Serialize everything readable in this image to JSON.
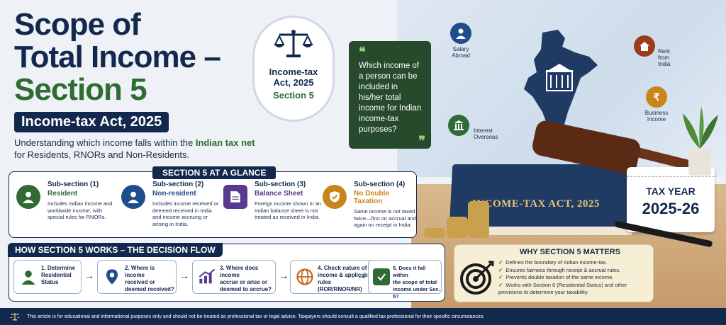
{
  "header": {
    "title_line1": "Scope of",
    "title_line2": "Total Income –",
    "title_line3": "Section 5",
    "act_badge": "Income-tax Act, 2025",
    "subtitle_part1": "Understanding which income falls within the",
    "subtitle_highlight": "Indian tax net",
    "subtitle_part2": "for Residents, RNORs and Non-Residents."
  },
  "badge": {
    "icon": "scales-icon",
    "line1": "Income-tax",
    "line1b": "Act, 2025",
    "line2": "Section 5"
  },
  "question": {
    "open_quote": "❝",
    "text": "Which income of a person can be included in his/her total income for Indian income-tax purposes?",
    "close_quote": "❞"
  },
  "map": {
    "nodes": [
      {
        "label": "Salary\nAbroad",
        "color": "#1f4d8c",
        "icon": "person-icon"
      },
      {
        "label": "Rent from\nIndia",
        "color": "#9a3c1c",
        "icon": "house-icon"
      },
      {
        "label": "Business\nIncome",
        "color": "#c9851a",
        "icon": "rupee-icon"
      },
      {
        "label": "Interest\nOverseas",
        "color": "#2f6b33",
        "icon": "bank-icon"
      }
    ]
  },
  "scene": {
    "book_title": "INCOME-TAX ACT, 2025",
    "calendar_line1": "TAX YEAR",
    "calendar_line2": "2025-26"
  },
  "glance": {
    "header": "SECTION 5 AT A GLANCE",
    "items": [
      {
        "num": "Sub-section (1)",
        "name": "Resident",
        "name_color": "#2f6b33",
        "icon_color": "#2f6b33",
        "icon": "person-icon",
        "desc": "Includes Indian income and worldwide income, with special rules for RNORs."
      },
      {
        "num": "Sub-section (2)",
        "name": "Non-resident",
        "name_color": "#1f4d8c",
        "icon_color": "#1f4d8c",
        "icon": "person-icon",
        "desc": "Includes income received or deemed received in India and income accruing or arising in India."
      },
      {
        "num": "Sub-section (3)",
        "name": "Balance Sheet",
        "name_color": "#5a3a8c",
        "icon_color": "#5a3a8c",
        "icon": "document-icon",
        "desc": "Foreign income shown in an Indian balance sheet is not treated as received in India."
      },
      {
        "num": "Sub-section (4)",
        "name": "No Double Taxation",
        "name_color": "#c9851a",
        "icon_color": "#c9851a",
        "icon": "shield-check-icon",
        "desc": "Same income is not taxed twice—first on accrual and again on receipt in India."
      }
    ]
  },
  "flow": {
    "header": "HOW SECTION 5 WORKS – THE DECISION FLOW",
    "steps": [
      {
        "text": "1. Determine\nResidential\nStatus",
        "icon": "person-icon",
        "color": "#2f6b33"
      },
      {
        "text": "2. Where is income\nreceived or\ndeemed received?",
        "icon": "location-pin-icon",
        "color": "#1f4d8c"
      },
      {
        "text": "3. Where does income\naccrue or arise or\ndeemed to accrue?",
        "icon": "chart-up-icon",
        "color": "#5a3a8c"
      },
      {
        "text": "4. Check nature of\nincome & applicable\nrules (ROR/RNOR/NR)",
        "icon": "globe-icon",
        "color": "#c9651a"
      },
      {
        "text": "5. Does it fall within\nthe scope of total\nincome under Sec. 5?",
        "icon": "checkmark-icon",
        "color": "#2f6b33"
      }
    ],
    "arrow": "→"
  },
  "why": {
    "header": "WHY SECTION 5 MATTERS",
    "icon": "target-icon",
    "check": "✓",
    "points": [
      "Defines the boundary of Indian income-tax.",
      "Ensures fairness through receipt & accrual rules.",
      "Prevents double taxation of the same income.",
      "Works with Section 6 (Residential Status) and other provisions to determine your taxability."
    ]
  },
  "footer": {
    "icon": "scales-icon",
    "text": "This article is for educational and informational purposes only and should not be treated as professional tax or legal advice. Taxpayers should consult a qualified tax professional for their specific circumstances."
  }
}
